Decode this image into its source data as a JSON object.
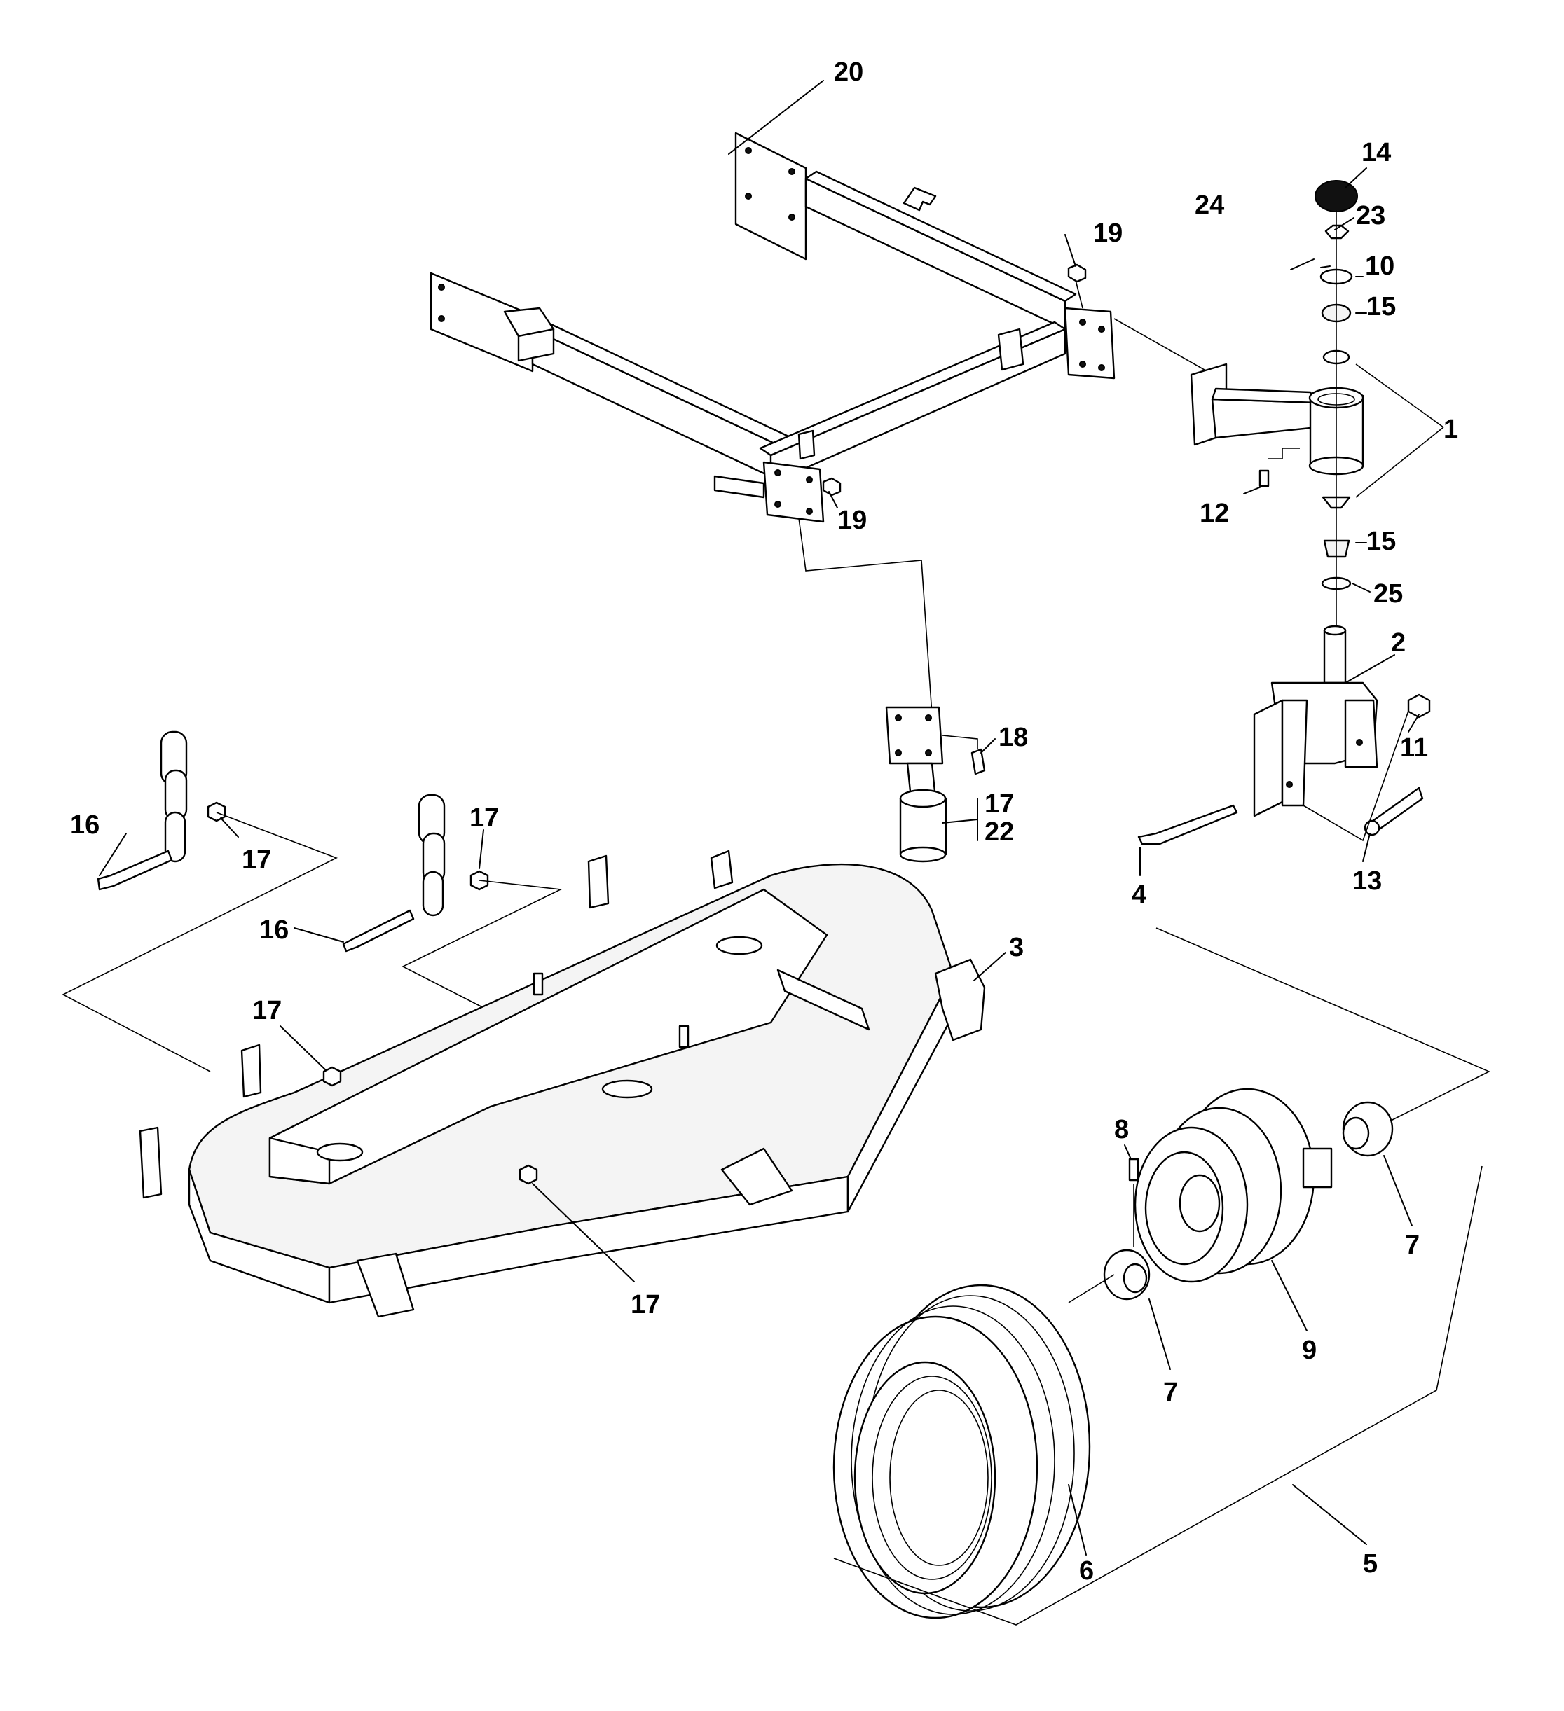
{
  "callouts": {
    "c1": "1",
    "c2": "2",
    "c3": "3",
    "c4": "4",
    "c5": "5",
    "c6": "6",
    "c7a": "7",
    "c7b": "7",
    "c8": "8",
    "c9": "9",
    "c10": "10",
    "c11": "11",
    "c12": "12",
    "c13": "13",
    "c14": "14",
    "c15a": "15",
    "c15b": "15",
    "c16a": "16",
    "c16b": "16",
    "c17a": "17",
    "c17b": "17",
    "c17c": "17",
    "c17d": "17",
    "c17e": "17",
    "c18": "18",
    "c19a": "19",
    "c19b": "19",
    "c20": "20",
    "c22": "22",
    "c23": "23",
    "c24": "24",
    "c25": "25"
  }
}
